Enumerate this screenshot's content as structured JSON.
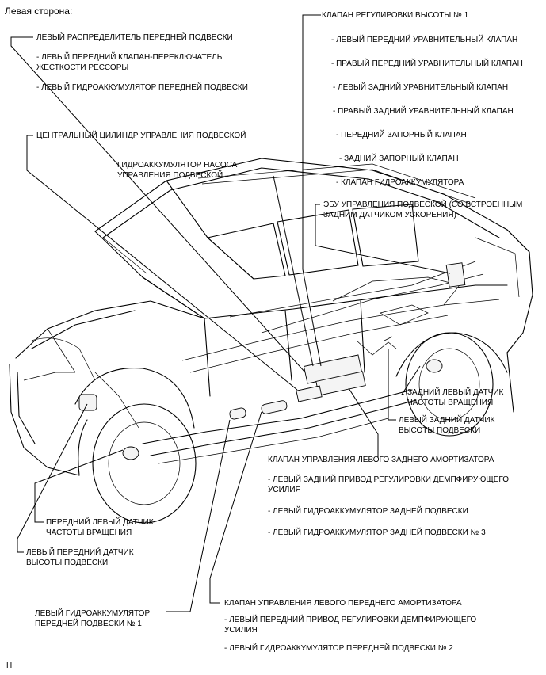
{
  "title": "Левая сторона:",
  "footer": "H",
  "labels": {
    "front_distributor": "ЛЕВЫЙ РАСПРЕДЕЛИТЕЛЬ ПЕРЕДНЕЙ ПОДВЕСКИ",
    "front_switch_valve_1": "- ЛЕВЫЙ ПЕРЕДНИЙ КЛАПАН-ПЕРЕКЛЮЧАТЕЛЬ",
    "front_switch_valve_2": "ЖЕСТКОСТИ РЕССОРЫ",
    "front_accumulator": "- ЛЕВЫЙ ГИДРОАККУМУЛЯТОР ПЕРЕДНЕЙ ПОДВЕСКИ",
    "central_cylinder": "ЦЕНТРАЛЬНЫЙ ЦИЛИНДР УПРАВЛЕНИЯ ПОДВЕСКОЙ",
    "pump_accumulator_1": "ГИДРОАККУМУЛЯТОР НАСОСА",
    "pump_accumulator_2": "УПРАВЛЕНИЯ ПОДВЕСКОЙ",
    "height_valve": "КЛАПАН РЕГУЛИРОВКИ ВЫСОТЫ № 1",
    "hv_item1": "- ЛЕВЫЙ ПЕРЕДНИЙ УРАВНИТЕЛЬНЫЙ КЛАПАН",
    "hv_item2": "- ПРАВЫЙ ПЕРЕДНИЙ УРАВНИТЕЛЬНЫЙ КЛАПАН",
    "hv_item3": "- ЛЕВЫЙ ЗАДНИЙ УРАВНИТЕЛЬНЫЙ КЛАПАН",
    "hv_item4": "- ПРАВЫЙ ЗАДНИЙ УРАВНИТЕЛЬНЫЙ КЛАПАН",
    "hv_item5": "- ПЕРЕДНИЙ ЗАПОРНЫЙ КЛАПАН",
    "hv_item6": "- ЗАДНИЙ ЗАПОРНЫЙ КЛАПАН",
    "hv_item7": "- КЛАПАН ГИДРОАККУМУЛЯТОРА",
    "ecu_1": "ЭБУ УПРАВЛЕНИЯ ПОДВЕСКОЙ (СО ВСТРОЕННЫМ",
    "ecu_2": "ЗАДНИМ ДАТЧИКОМ УСКОРЕНИЯ)",
    "rear_speed_1": "ЗАДНИЙ ЛЕВЫЙ ДАТЧИК",
    "rear_speed_2": "ЧАСТОТЫ ВРАЩЕНИЯ",
    "rear_height_1": "ЛЕВЫЙ ЗАДНИЙ ДАТЧИК",
    "rear_height_2": "ВЫСОТЫ ПОДВЕСКИ",
    "rear_shock_valve": "КЛАПАН УПРАВЛЕНИЯ ЛЕВОГО ЗАДНЕГО АМОРТИЗАТОРА",
    "rs_item1_1": "- ЛЕВЫЙ ЗАДНИЙ ПРИВОД РЕГУЛИРОВКИ ДЕМПФИРУЮЩЕГО",
    "rs_item1_2": "УСИЛИЯ",
    "rs_item2": "- ЛЕВЫЙ ГИДРОАККУМУЛЯТОР ЗАДНЕЙ ПОДВЕСКИ",
    "rs_item3": "- ЛЕВЫЙ ГИДРОАККУМУЛЯТОР ЗАДНЕЙ ПОДВЕСКИ № 3",
    "front_speed_1": "ПЕРЕДНИЙ ЛЕВЫЙ ДАТЧИК",
    "front_speed_2": "ЧАСТОТЫ ВРАЩЕНИЯ",
    "front_height_1": "ЛЕВЫЙ ПЕРЕДНИЙ ДАТЧИК",
    "front_height_2": "ВЫСОТЫ ПОДВЕСКИ",
    "front_acc1_1": "ЛЕВЫЙ ГИДРОАККУМУЛЯТОР",
    "front_acc1_2": "ПЕРЕДНЕЙ ПОДВЕСКИ № 1",
    "front_shock_valve": "КЛАПАН УПРАВЛЕНИЯ ЛЕВОГО ПЕРЕДНЕГО АМОРТИЗАТОРА",
    "fs_item1_1": "- ЛЕВЫЙ ПЕРЕДНИЙ ПРИВОД РЕГУЛИРОВКИ ДЕМПФИРУЮЩЕГО",
    "fs_item1_2": "УСИЛИЯ",
    "fs_item2": "- ЛЕВЫЙ ГИДРОАККУМУЛЯТОР ПЕРЕДНЕЙ ПОДВЕСКИ № 2"
  }
}
